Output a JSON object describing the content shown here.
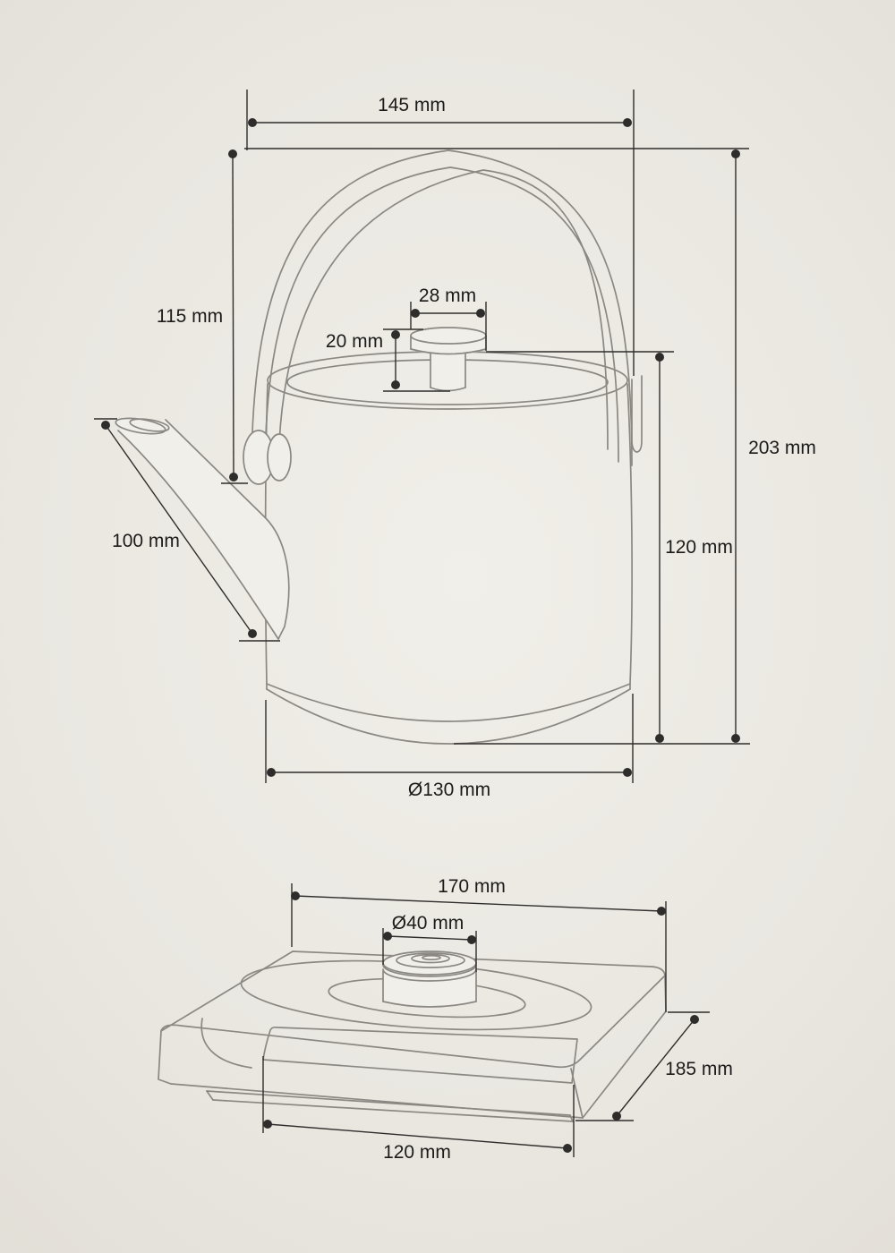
{
  "page": {
    "type": "technical-dimension-drawing",
    "subject": "kettle and heating base"
  },
  "colors": {
    "background": "#eae7e1",
    "drawing_line": "#8b8883",
    "dimension_line": "#2e2d2b",
    "text": "#1c1b19"
  },
  "kettle_view": {
    "name": "kettle-side-view",
    "dims": {
      "handle_width": "145 mm",
      "handle_height": "115 mm",
      "lid_knob_width": "28 mm",
      "lid_knob_height": "20 mm",
      "overall_height": "203 mm",
      "body_height": "120 mm",
      "spout_length": "100 mm",
      "base_diameter": "Ø130 mm"
    }
  },
  "base_view": {
    "name": "heating-base-isometric-view",
    "dims": {
      "base_width": "170 mm",
      "socket_diameter": "Ø40 mm",
      "base_depth": "185 mm",
      "front_width": "120 mm"
    }
  }
}
